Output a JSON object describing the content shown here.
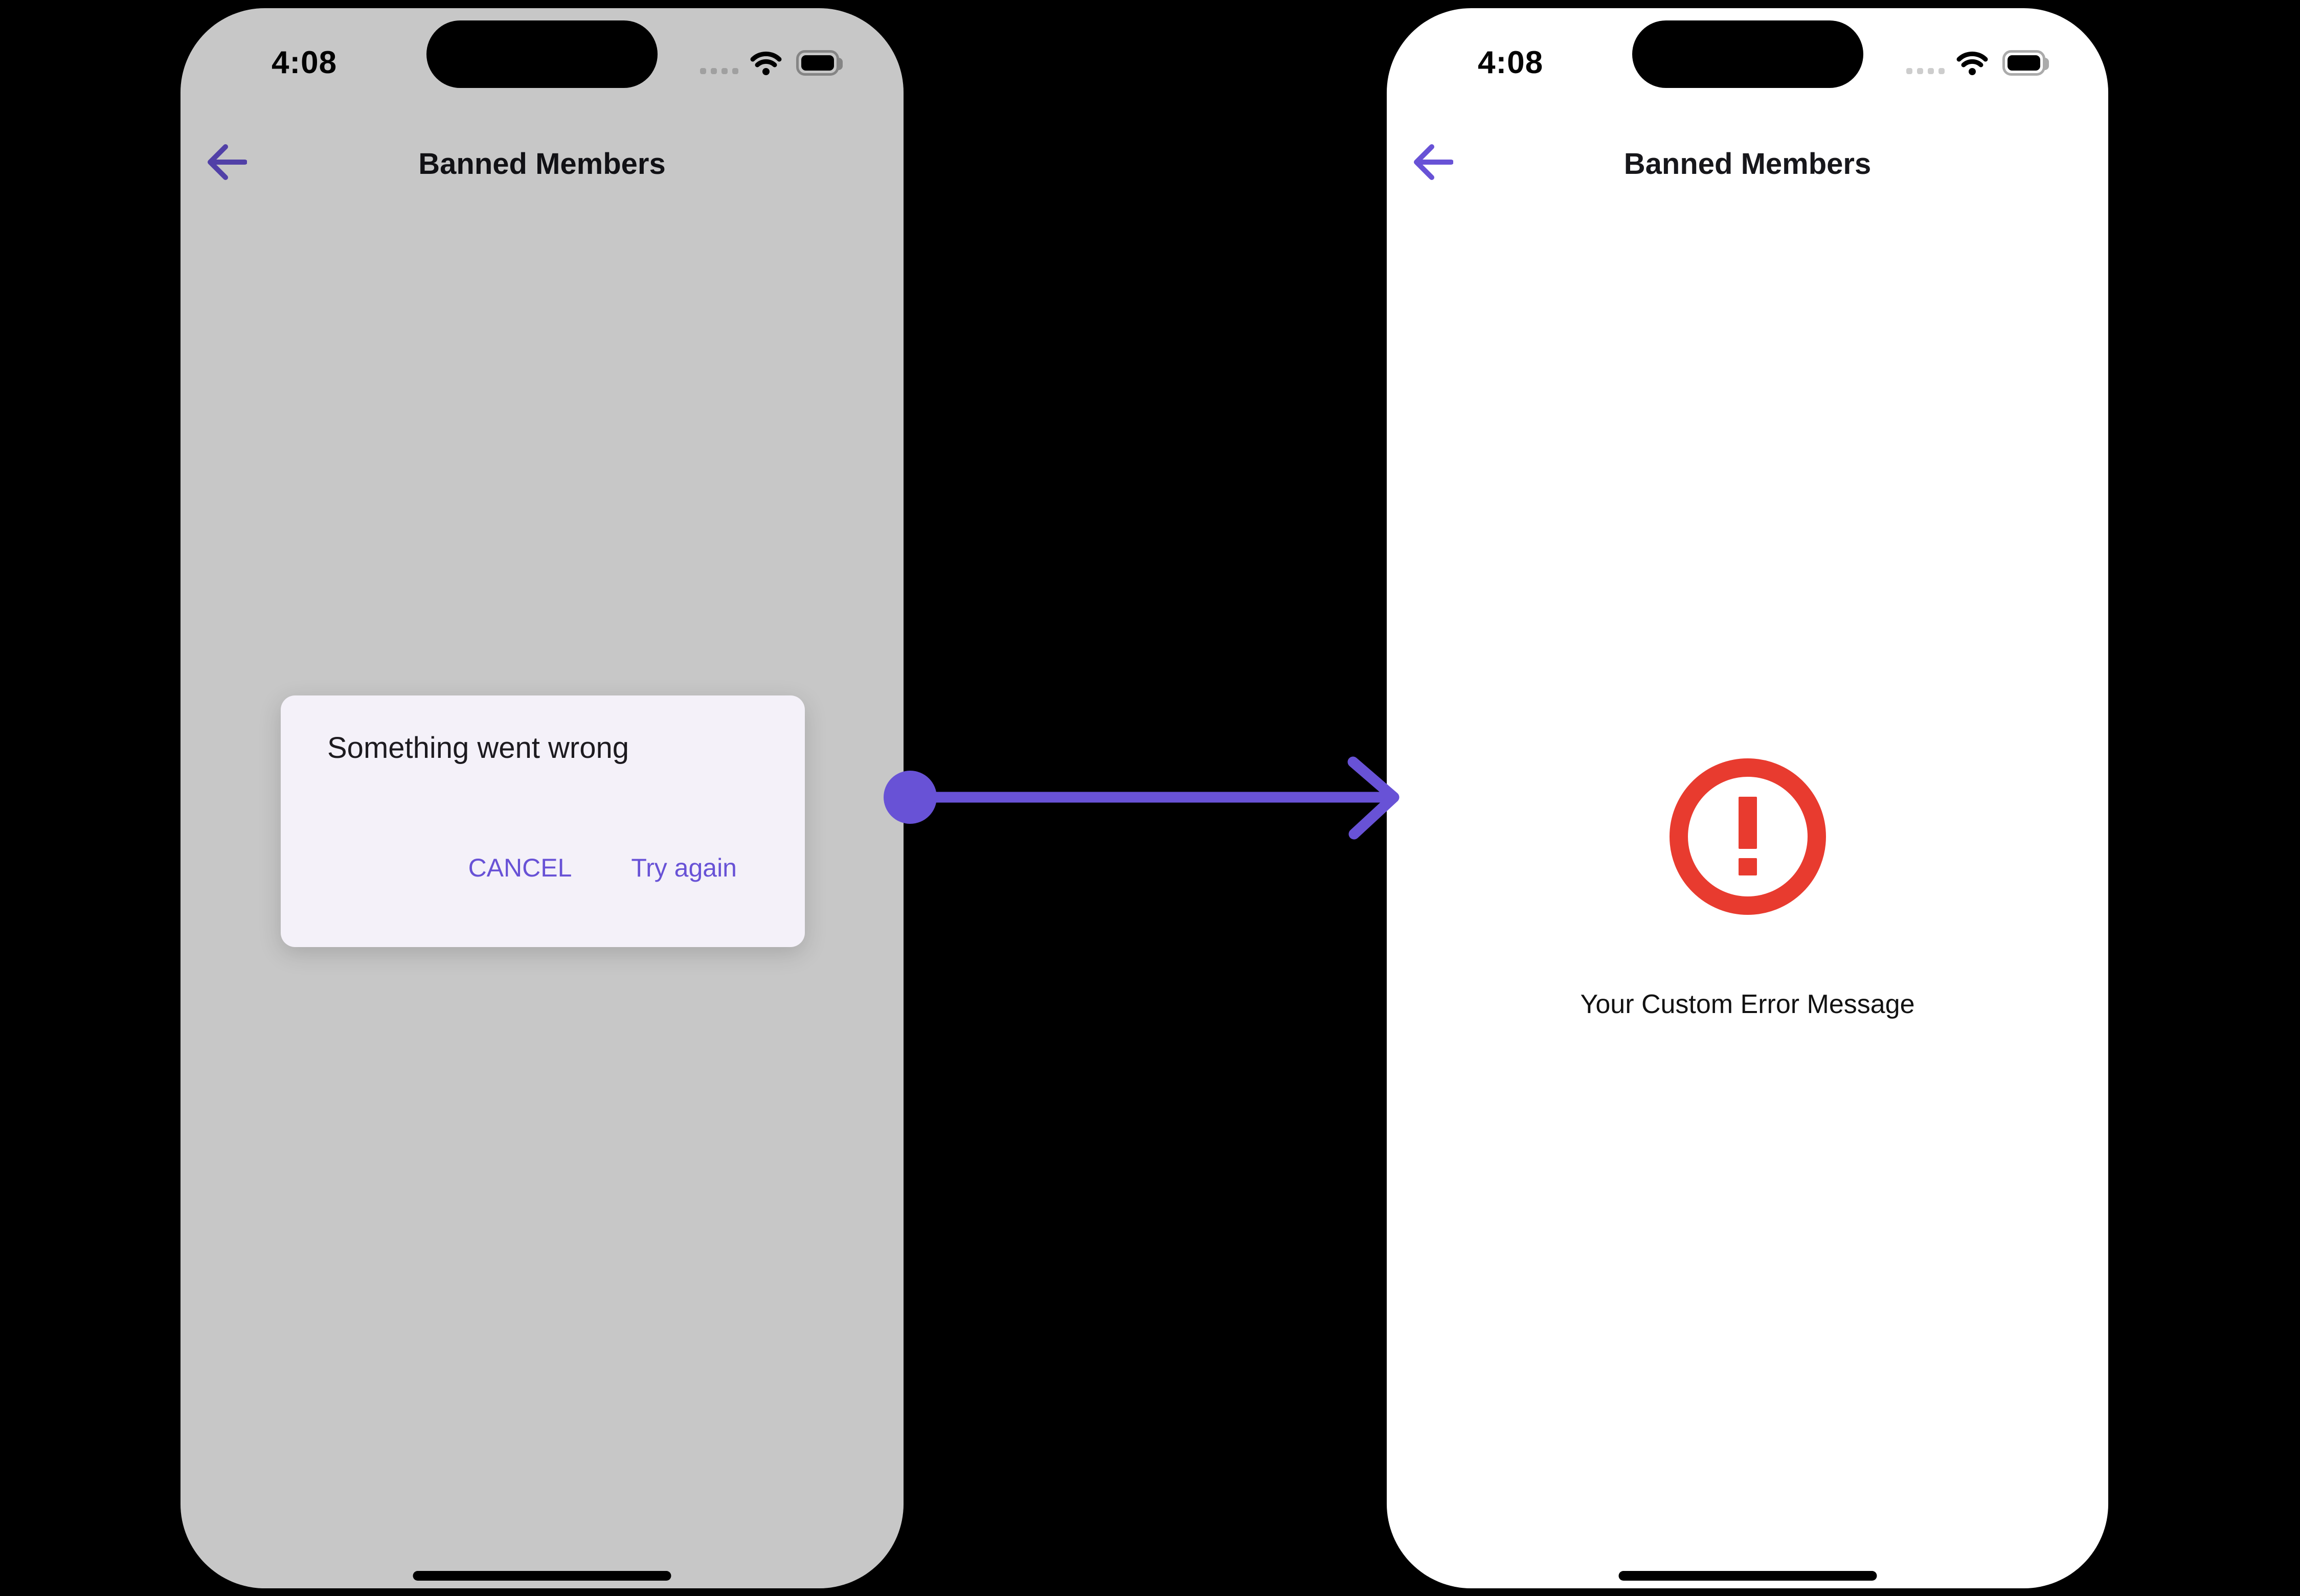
{
  "left_phone": {
    "status_bar": {
      "time": "4:08",
      "icons": [
        "cellular-signal-dots",
        "wifi",
        "battery-full"
      ]
    },
    "header": {
      "title": "Banned Members",
      "back_icon": "arrow-left"
    },
    "alert_dialog": {
      "title": "Something went wrong",
      "cancel_label": "CANCEL",
      "try_again_label": "Try again"
    }
  },
  "right_phone": {
    "status_bar": {
      "time": "4:08",
      "icons": [
        "cellular-signal-dots",
        "wifi",
        "battery-full"
      ]
    },
    "header": {
      "title": "Banned Members",
      "back_icon": "arrow-left"
    },
    "error_state": {
      "icon": "error-exclamation-circle",
      "message": "Your Custom Error Message"
    }
  },
  "connector": {
    "icon": "flow-arrow-right",
    "direction": "left-to-right"
  },
  "colors": {
    "page_background": "#000000",
    "phone_background": "#FFFFFF",
    "accent_purple": "#6852D6",
    "error_red": "#E83B2F",
    "dialog_background": "#F4F1F9",
    "scrim": "rgba(0,0,0,0.22)",
    "status_dots_gray": "#CDCDCD",
    "battery_outline_gray": "#ABABAB",
    "text_primary": "#17171B"
  }
}
